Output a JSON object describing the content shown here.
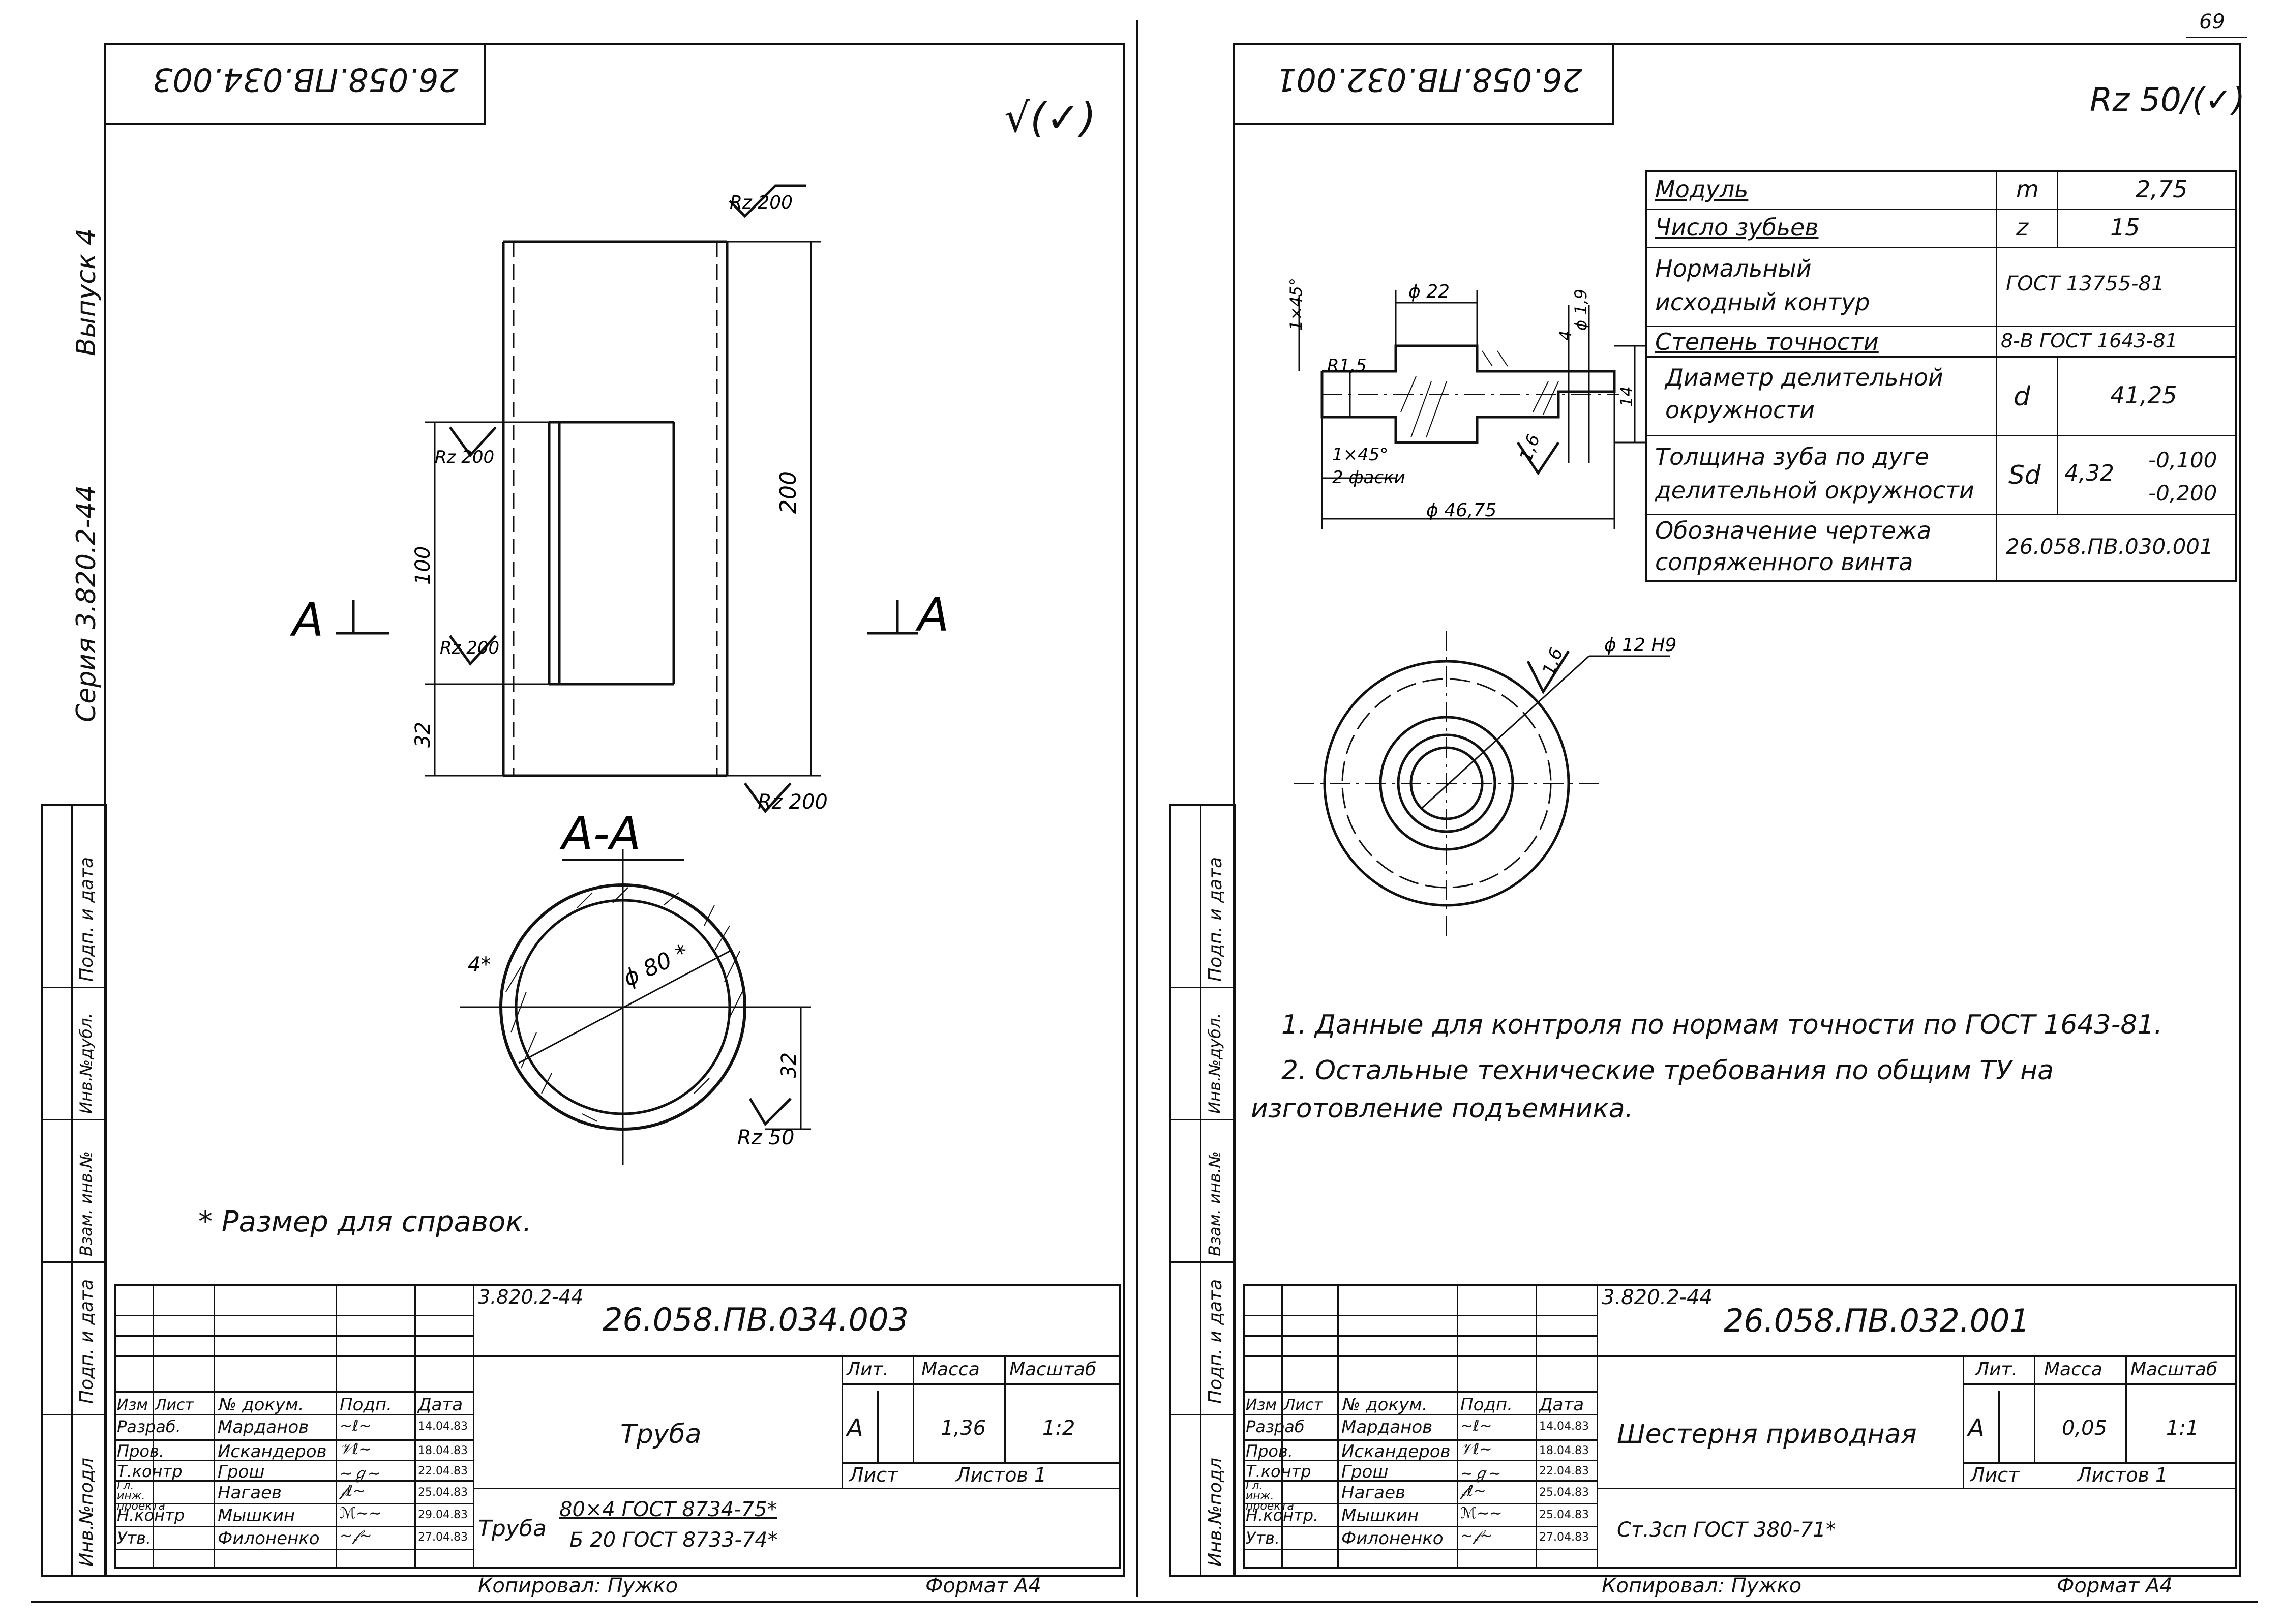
{
  "page_number": "69",
  "left_sheet": {
    "code_box": "26.058.ПВ.034.003",
    "roughness_symbol": "√(✓)",
    "side_series": "Серия 3.820.2-44",
    "side_issue": "Выпуск 4",
    "stamp_side": [
      "Инв.№подл",
      "Подп. и дата",
      "Взам. инв.№",
      "Инв.№дубл.",
      "Подп. и дата"
    ],
    "drawing": {
      "rz_top": "Rz 200",
      "rz_inner_top": "Rz 200",
      "rz_inner_bottom": "Rz 200",
      "rz_bottom": "Rz 200",
      "rz_section": "Rz 50",
      "dim_200": "200",
      "dim_100": "100",
      "dim_32": "32",
      "dim_32_section": "32",
      "dim_wall": "4*",
      "dim_dia": "ϕ 80 *",
      "cut_left": "A",
      "cut_right": "A",
      "section_title": "А-А"
    },
    "note": "* Размер для справок.",
    "title_block": {
      "series": "3.820.2-44",
      "designation": "26.058.ПВ.034.003",
      "name": "Труба",
      "lit_label": "Лит.",
      "mass_label": "Масса",
      "scale_label": "Масштаб",
      "lit_value": "А",
      "mass_value": "1,36",
      "scale_value": "1:2",
      "sheet_label": "Лист",
      "sheets_label": "Листов 1",
      "material_prefix": "Труба",
      "material_top": "80×4  ГОСТ 8734-75*",
      "material_bottom": "Б 20 ГОСТ 8733-74*",
      "header": [
        "Изм",
        "Лист",
        "№ докум.",
        "Подп.",
        "Дата"
      ],
      "rows": [
        {
          "role": "Разраб.",
          "name": "Марданов",
          "date": "14.04.83"
        },
        {
          "role": "Пров.",
          "name": "Искандеров",
          "date": "18.04.83"
        },
        {
          "role": "Т.контр",
          "name": "Грош",
          "date": "22.04.83"
        },
        {
          "role": "Гл. инж. проекта",
          "name": "Нагаев",
          "date": "25.04.83"
        },
        {
          "role": "Н.контр",
          "name": "Мышкин",
          "date": "29.04.83"
        },
        {
          "role": "Утв.",
          "name": "Филоненко",
          "date": "27.04.83"
        }
      ],
      "copied": "Копировал: Пужко",
      "format": "Формат А4"
    }
  },
  "right_sheet": {
    "code_box": "26.058.ПВ.032.001",
    "roughness_symbol": "Rz 50/(✓)",
    "stamp_side": [
      "Инв.№подл",
      "Подп. и дата",
      "Взам. инв.№",
      "Инв.№дубл.",
      "Подп. и дата"
    ],
    "param_table": [
      {
        "label": "Модуль",
        "sym": "m",
        "value": "2,75"
      },
      {
        "label": "Число зубьев",
        "sym": "z",
        "value": "15"
      },
      {
        "label": "Нормальный исходный контур",
        "sym": "",
        "value": "ГОСТ 13755-81"
      },
      {
        "label": "Степень точности",
        "sym": "",
        "value": "8-В ГОСТ 1643-81"
      },
      {
        "label": "Диаметр делительной окружности",
        "sym": "d",
        "value": "41,25"
      },
      {
        "label": "Толщина зуба по дуге делительной окружности",
        "sym": "Sd",
        "value": "4,32",
        "tol_upper": "-0,100",
        "tol_lower": "-0,200"
      },
      {
        "label": "Обозначение чертежа сопряженного винта",
        "sym": "",
        "value": "26.058.ПВ.030.001"
      }
    ],
    "drawing": {
      "chamfer_top": "1×45°",
      "dia_22": "ϕ 22",
      "dia_19": "ϕ 1,9",
      "dim_4": "4",
      "dim_14": "14",
      "r15": "R1,5",
      "rough_16a": "1,6",
      "rough_16b": "1,6",
      "chamfer_note_1": "1×45°",
      "chamfer_note_2": "2 фаски",
      "dia_4675": "ϕ 46,75",
      "bore": "ϕ 12 Н9"
    },
    "notes": [
      "1. Данные для контроля по нормам точности по ГОСТ 1643-81.",
      "2. Остальные технические требования по общим ТУ на",
      "изготовление подъемника."
    ],
    "title_block": {
      "series": "3.820.2-44",
      "designation": "26.058.ПВ.032.001",
      "name": "Шестерня приводная",
      "lit_label": "Лит.",
      "mass_label": "Масса",
      "scale_label": "Масштаб",
      "lit_value": "А",
      "mass_value": "0,05",
      "scale_value": "1:1",
      "sheet_label": "Лист",
      "sheets_label": "Листов 1",
      "material": "Ст.3сп  ГОСТ 380-71*",
      "header": [
        "Изм",
        "Лист",
        "№ докум.",
        "Подп.",
        "Дата"
      ],
      "rows": [
        {
          "role": "Разраб",
          "name": "Марданов",
          "date": "14.04.83"
        },
        {
          "role": "Пров.",
          "name": "Искандеров",
          "date": "18.04.83"
        },
        {
          "role": "Т.контр",
          "name": "Грош",
          "date": "22.04.83"
        },
        {
          "role": "Гл. инж. проекта",
          "name": "Нагаев",
          "date": "25.04.83"
        },
        {
          "role": "Н.контр.",
          "name": "Мышкин",
          "date": "25.04.83"
        },
        {
          "role": "Утв.",
          "name": "Филоненко",
          "date": "27.04.83"
        }
      ],
      "copied": "Копировал: Пужко",
      "format": "Формат А4"
    }
  }
}
